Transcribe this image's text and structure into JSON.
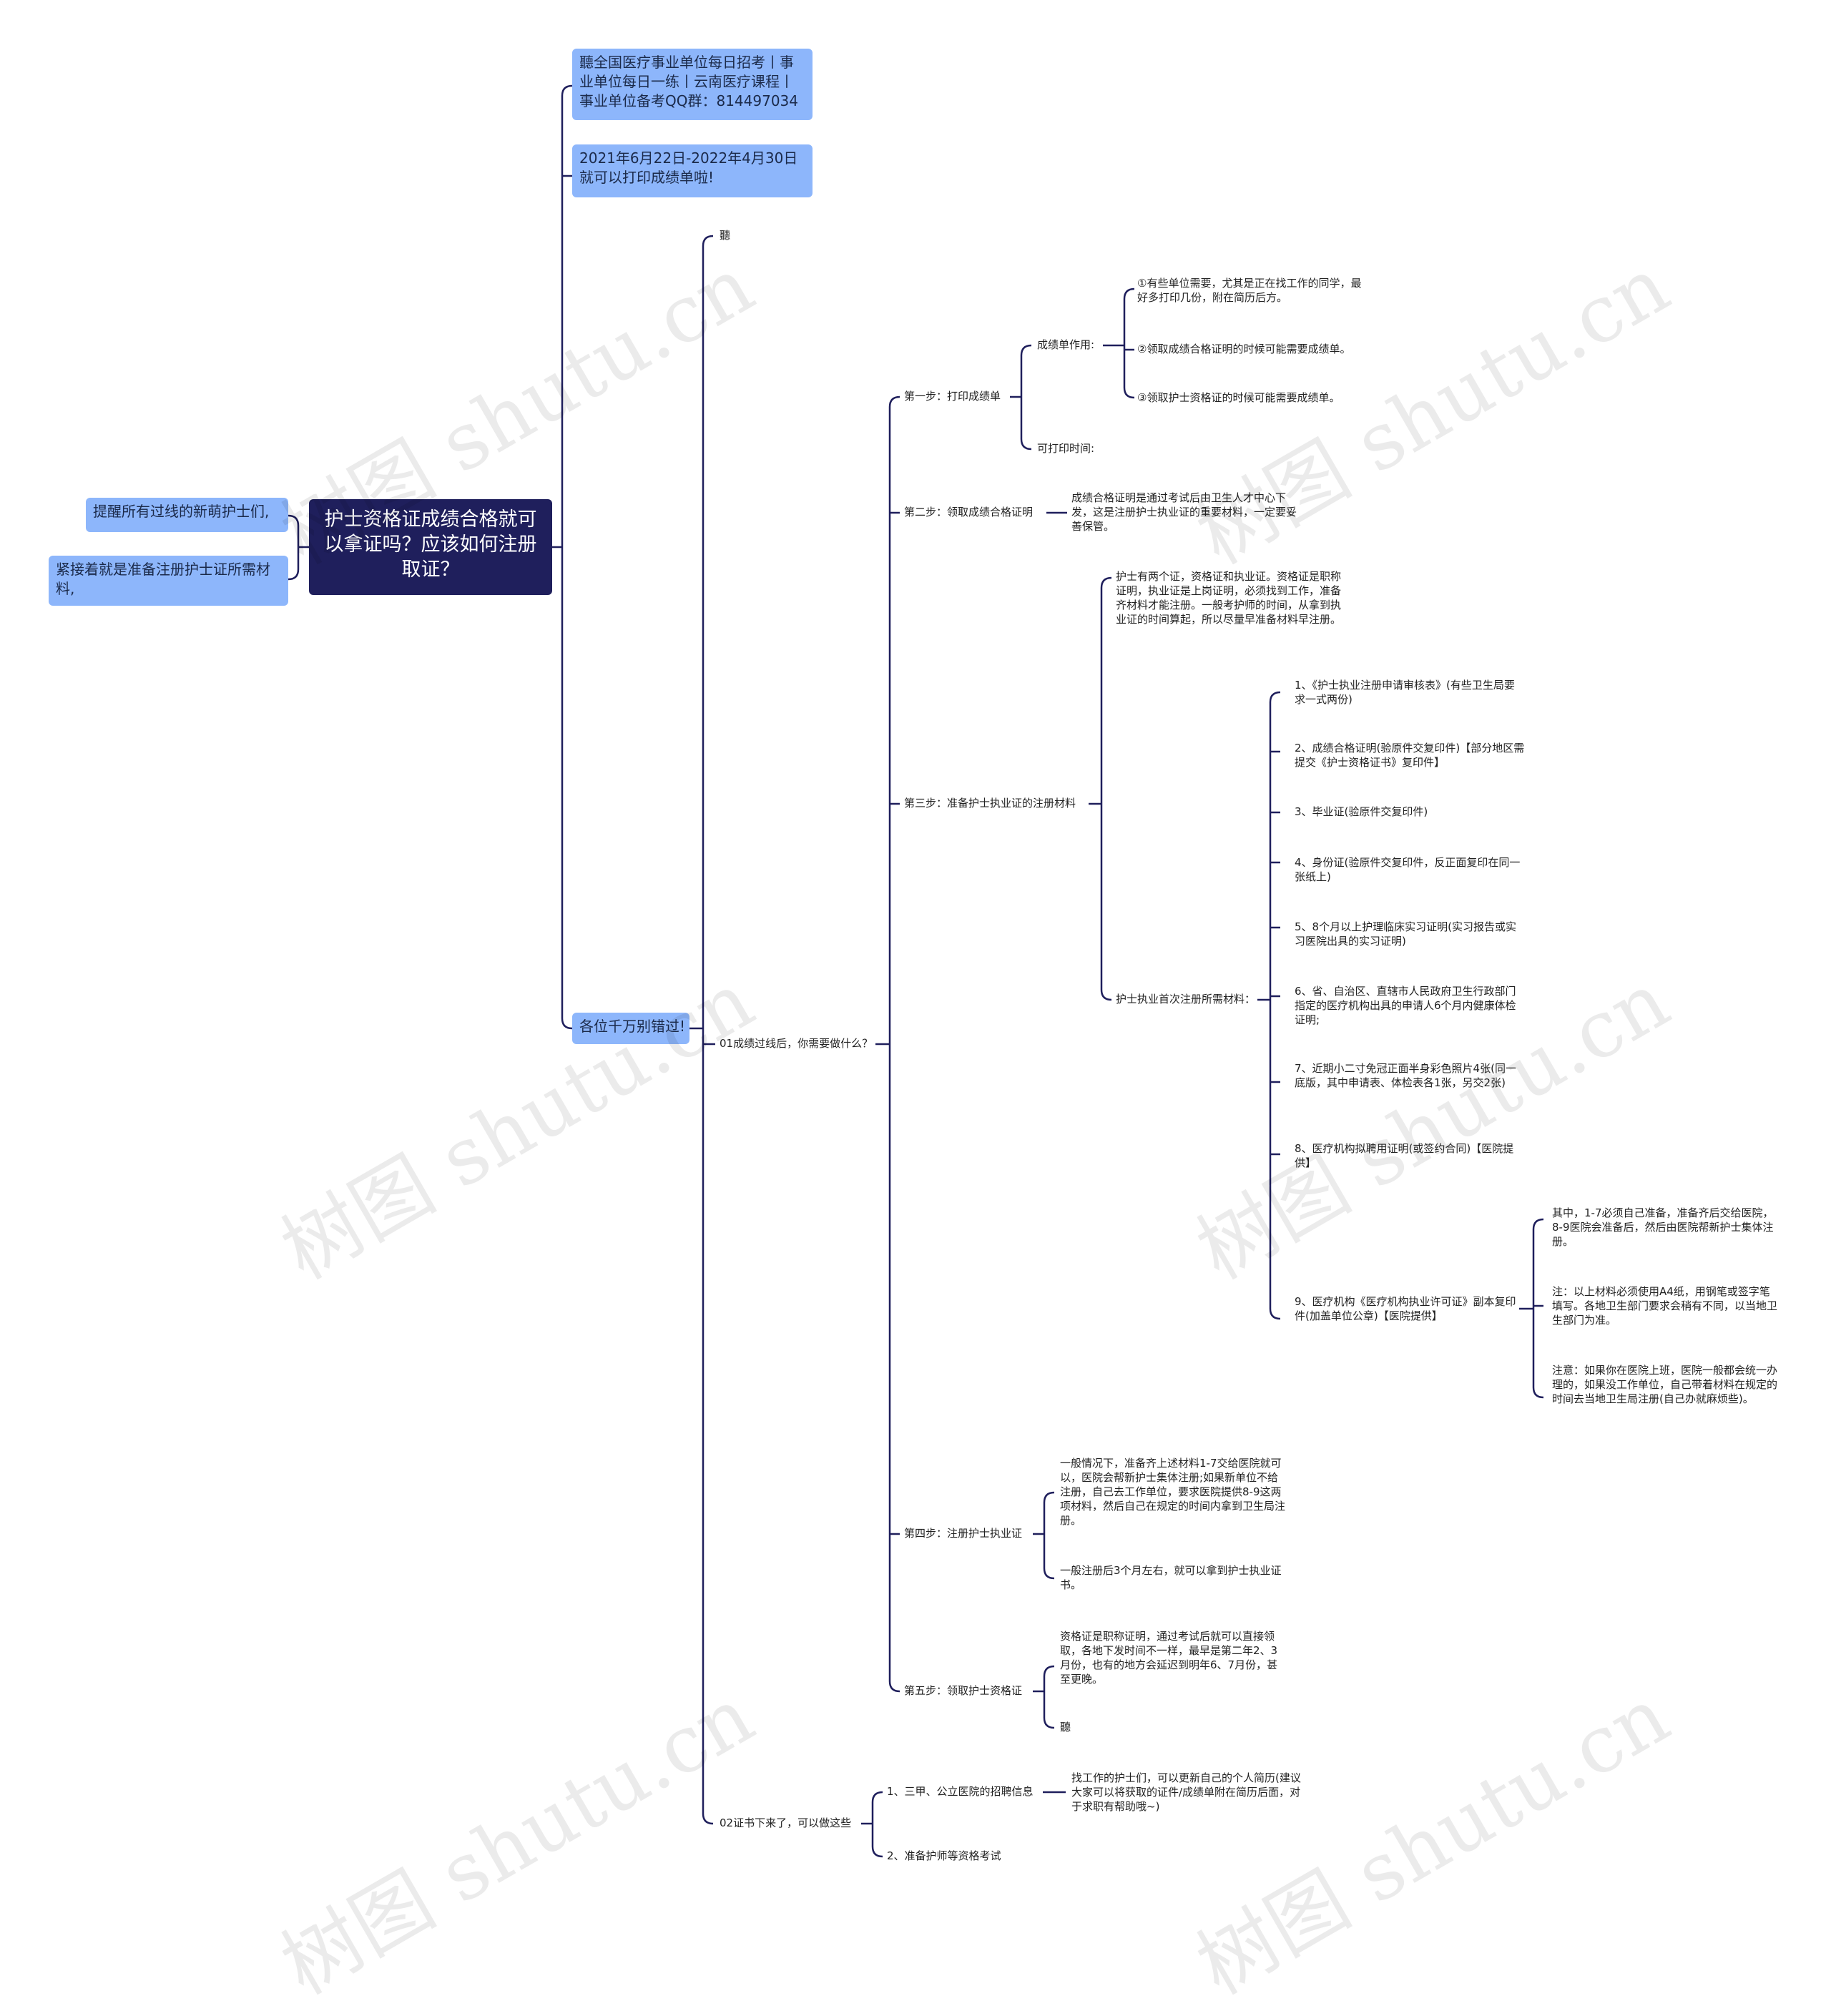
{
  "root": "护士资格证成绩合格就可以拿证吗？应该如何注册取证？",
  "left": {
    "n1": "提醒所有过线的新萌护士们,",
    "n2": "紧接着就是准备注册护士证所需材料,"
  },
  "right": {
    "ad": "聽全国医疗事业单位每日招考丨事业单位每日一练丨云南医疗课程丨事业单位备考QQ群：814497034",
    "date": "2021年6月22日-2022年4月30日就可以打印成绩单啦!",
    "miss": "各位千万别错过!"
  },
  "blank1": "聽",
  "s01": {
    "label": "01成绩过线后，你需要做什么？",
    "step1": {
      "label": "第一步：打印成绩单",
      "use": "成绩单作用:",
      "use1": "①有些单位需要，尤其是正在找工作的同学，最好多打印几份，附在简历后方。",
      "use2": "②领取成绩合格证明的时候可能需要成绩单。",
      "use3": "③领取护士资格证的时候可能需要成绩单。",
      "time": "可打印时间:"
    },
    "step2": {
      "label": "第二步：领取成绩合格证明",
      "desc": "成绩合格证明是通过考试后由卫生人才中心下发，这是注册护士执业证的重要材料，一定要妥善保管。"
    },
    "step3": {
      "label": "第三步：准备护士执业证的注册材料",
      "desc": "护士有两个证，资格证和执业证。资格证是职称证明，执业证是上岗证明，必须找到工作，准备齐材料才能注册。一般考护师的时间，从拿到执业证的时间算起，所以尽量早准备材料早注册。",
      "mat": "护士执业首次注册所需材料：",
      "m1": "1、《护士执业注册申请审核表》(有些卫生局要求一式两份)",
      "m2": "2、成绩合格证明(验原件交复印件)【部分地区需提交《护士资格证书》复印件】",
      "m3": "3、毕业证(验原件交复印件)",
      "m4": "4、身份证(验原件交复印件，反正面复印在同一张纸上)",
      "m5": "5、8个月以上护理临床实习证明(实习报告或实习医院出具的实习证明)",
      "m6": "6、省、自治区、直辖市人民政府卫生行政部门指定的医疗机构出具的申请人6个月内健康体检证明;",
      "m7": "7、近期小二寸免冠正面半身彩色照片4张(同一底版，其中申请表、体检表各1张，另交2张)",
      "m8": "8、医疗机构拟聘用证明(或签约合同)【医院提供】",
      "m9": "9、医疗机构《医疗机构执业许可证》副本复印件(加盖单位公章)【医院提供】",
      "n1": "其中，1-7必须自己准备，准备齐后交给医院，8-9医院会准备后，然后由医院帮新护士集体注册。",
      "n2": "注：以上材料必须使用A4纸，用钢笔或签字笔填写。各地卫生部门要求会稍有不同，以当地卫生部门为准。",
      "n3": "注意：如果你在医院上班，医院一般都会统一办理的，如果没工作单位，自己带着材料在规定的时间去当地卫生局注册(自己办就麻烦些)。"
    },
    "step4": {
      "label": "第四步：注册护士执业证",
      "d1": "一般情况下，准备齐上述材料1-7交给医院就可以，医院会帮新护士集体注册;如果新单位不给注册，自己去工作单位，要求医院提供8-9这两项材料，然后自己在规定的时间内拿到卫生局注册。",
      "d2": "一般注册后3个月左右，就可以拿到护士执业证书。"
    },
    "step5": {
      "label": "第五步：领取护士资格证",
      "d1": "资格证是职称证明，通过考试后就可以直接领取，各地下发时间不一样，最早是第二年2、3月份，也有的地方会延迟到明年6、7月份，甚至更晚。",
      "d2": "聽"
    }
  },
  "s02": {
    "label": "02证书下来了，可以做这些",
    "c1": "1、三甲、公立医院的招聘信息",
    "c1d": "找工作的护士们，可以更新自己的个人简历(建议大家可以将获取的证件/成绩单附在简历后面，对于求职有帮助哦~)",
    "c2": "2、准备护师等资格考试"
  },
  "watermark": "树图 shutu.cn",
  "colors": {
    "root": "#1f1f5c",
    "level1": "#8db6fb",
    "line": "#1f1f5c"
  }
}
